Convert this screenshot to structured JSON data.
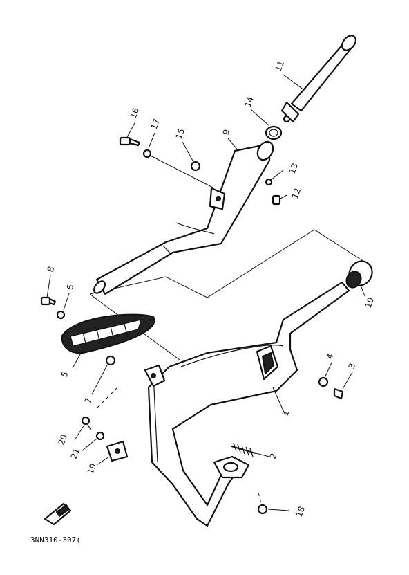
{
  "diagram": {
    "callouts": [
      "1",
      "2",
      "3",
      "4",
      "5",
      "6",
      "7",
      "8",
      "9",
      "10",
      "11",
      "12",
      "13",
      "14",
      "15",
      "16",
      "17",
      "18",
      "19",
      "20",
      "21"
    ],
    "drawing_code": "3NN310-307("
  }
}
